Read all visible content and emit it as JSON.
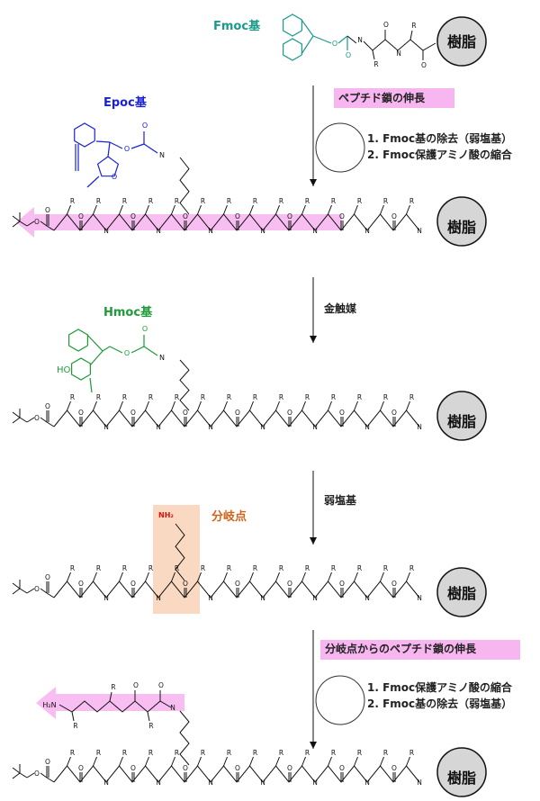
{
  "labels": {
    "fmoc": "Fmoc基",
    "epoc": "Epoc基",
    "hmoc": "Hmoc基",
    "branch_point": "分岐点",
    "resin": "樹脂",
    "amine": "NH₂",
    "hydroxyl": "HO"
  },
  "atoms": {
    "n": "N",
    "r": "R",
    "o": "O"
  },
  "steps": {
    "s1": {
      "title": "ペプチド鎖の伸長",
      "line1": "1. Fmoc基の除去（弱塩基）",
      "line2": "2. Fmoc保護アミノ酸の縮合"
    },
    "s2": {
      "line1": "金触媒"
    },
    "s3": {
      "line1": "弱塩基"
    },
    "s4": {
      "title": "分岐点からのペプチド鎖の伸長",
      "line1": "1. Fmoc保護アミノ酸の縮合",
      "line2": "2. Fmoc基の除去（弱塩基）"
    }
  },
  "colors": {
    "fmoc": "#1a9a8a",
    "epoc": "#1a22d6",
    "hmoc": "#1f9a3a",
    "branch": "#d2621a",
    "highlight_pink": "#f7b6f0",
    "highlight_peach": "#f9d9c2",
    "resin_fill": "#d6d6d6",
    "amine_red": "#e01010"
  }
}
